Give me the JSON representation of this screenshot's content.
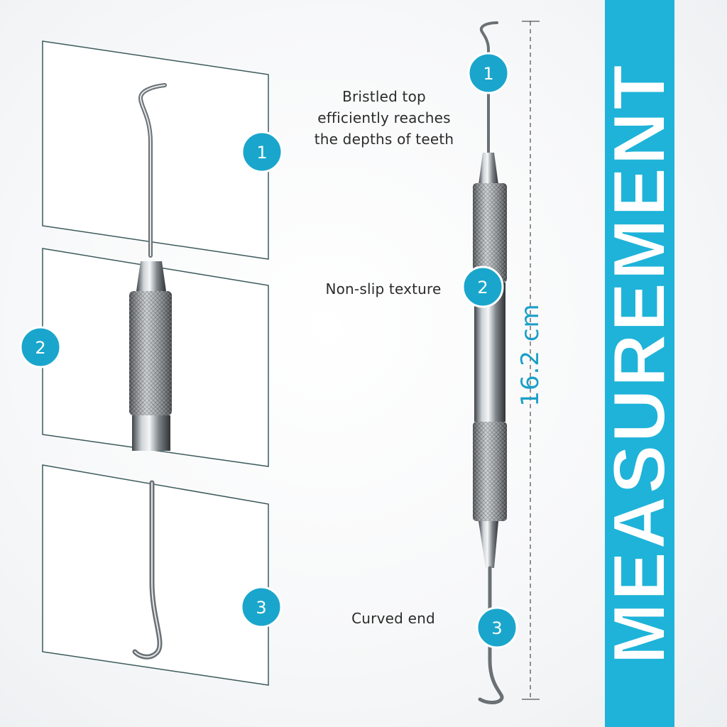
{
  "banner": {
    "title": "MEASUREMENT"
  },
  "dimension": {
    "length_label": "16.2 cm"
  },
  "features": [
    {
      "number": "1",
      "caption": "Bristled top efficiently reaches the depths of teeth",
      "caption_lines": [
        "Bristled top",
        "efficiently reaches",
        "the depths of teeth"
      ]
    },
    {
      "number": "2",
      "caption": "Non-slip texture"
    },
    {
      "number": "3",
      "caption": "Curved end"
    }
  ],
  "colors": {
    "accent": "#1fb3d9",
    "badge": "#1aa6cc",
    "dimension_text": "#1a9fc8",
    "steel": "#8b9094",
    "panel_border": "#3c5a5c"
  },
  "icons": [
    "dental-scaler-tool-image",
    "number-badge",
    "dimension-line"
  ]
}
